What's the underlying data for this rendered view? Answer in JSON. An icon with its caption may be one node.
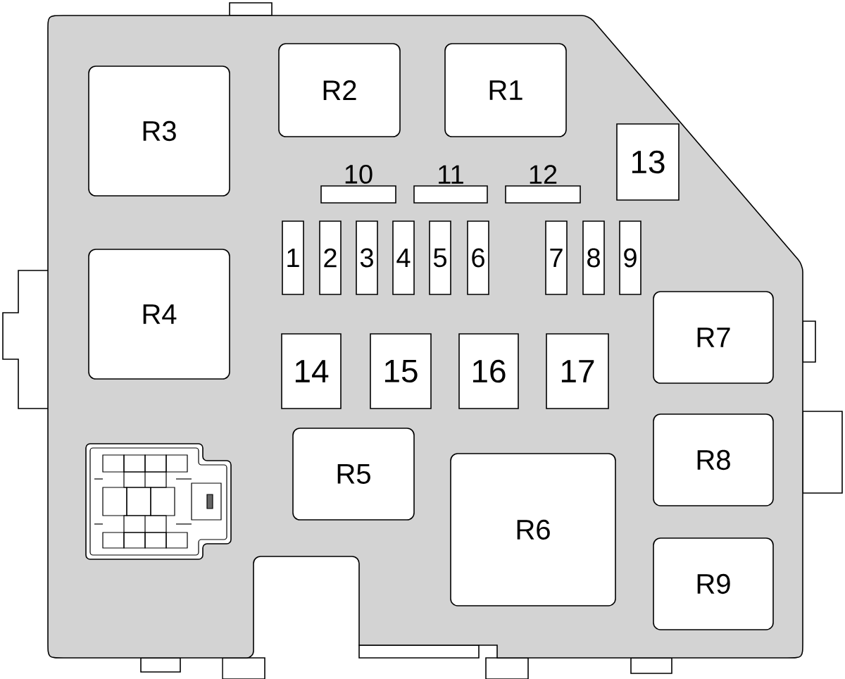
{
  "diagram": {
    "nodes": [
      {
        "text": [],
        "shape": "box"
      },
      {
        "text": [
          "R3"
        ],
        "in": 0
      },
      {
        "text": [
          "R2"
        ],
        "in": 0
      },
      {
        "text": [
          "R1"
        ],
        "in": 0
      },
      {
        "text": [
          "13"
        ],
        "in": 0
      },
      {
        "text": [
          "10"
        ],
        "in": 0
      },
      {
        "text": [
          "11"
        ],
        "in": 0
      },
      {
        "text": [
          "12"
        ],
        "in": 0
      },
      {
        "text": [
          "1"
        ],
        "in": 0
      },
      {
        "text": [
          "2"
        ],
        "in": 0
      },
      {
        "text": [
          "3"
        ],
        "in": 0
      },
      {
        "text": [
          "4"
        ],
        "in": 0
      },
      {
        "text": [
          "5"
        ],
        "in": 0
      },
      {
        "text": [
          "6"
        ],
        "in": 0
      },
      {
        "text": [
          "7"
        ],
        "in": 0
      },
      {
        "text": [
          "8"
        ],
        "in": 0
      },
      {
        "text": [
          "9"
        ],
        "in": 0
      },
      {
        "text": [
          "R4"
        ],
        "in": 0
      },
      {
        "text": [
          "R7"
        ],
        "in": 0
      },
      {
        "text": [
          "14"
        ],
        "in": 0
      },
      {
        "text": [
          "15"
        ],
        "in": 0
      },
      {
        "text": [
          "16"
        ],
        "in": 0
      },
      {
        "text": [
          "17"
        ],
        "in": 0
      },
      {
        "text": [
          "R5"
        ],
        "in": 0
      },
      {
        "text": [],
        "shape": "picture",
        "in": 0
      },
      {
        "text": [
          "R8"
        ],
        "in": 0
      },
      {
        "text": [
          "R6"
        ],
        "in": 0
      },
      {
        "text": [
          "R9"
        ],
        "in": 0
      }
    ]
  }
}
